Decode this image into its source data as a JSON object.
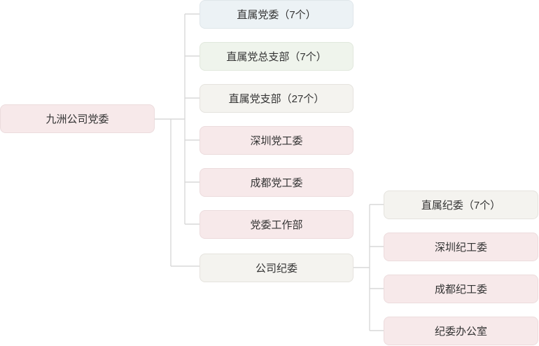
{
  "root": {
    "label": "九洲公司党委"
  },
  "level1": [
    {
      "label": "直属党委（7个）"
    },
    {
      "label": "直属党总支部（7个）"
    },
    {
      "label": "直属党支部（27个）"
    },
    {
      "label": "深圳党工委"
    },
    {
      "label": "成都党工委"
    },
    {
      "label": "党委工作部"
    },
    {
      "label": "公司纪委"
    }
  ],
  "level2": [
    {
      "label": "直属纪委（7个）"
    },
    {
      "label": "深圳纪工委"
    },
    {
      "label": "成都纪工委"
    },
    {
      "label": "纪委办公室"
    }
  ],
  "colors": {
    "pink": "#f7e9ea",
    "blue": "#ecf2f5",
    "green": "#eff4ec",
    "beige": "#f4f3ef",
    "connector": "#d8d8d8",
    "text": "#333333"
  }
}
